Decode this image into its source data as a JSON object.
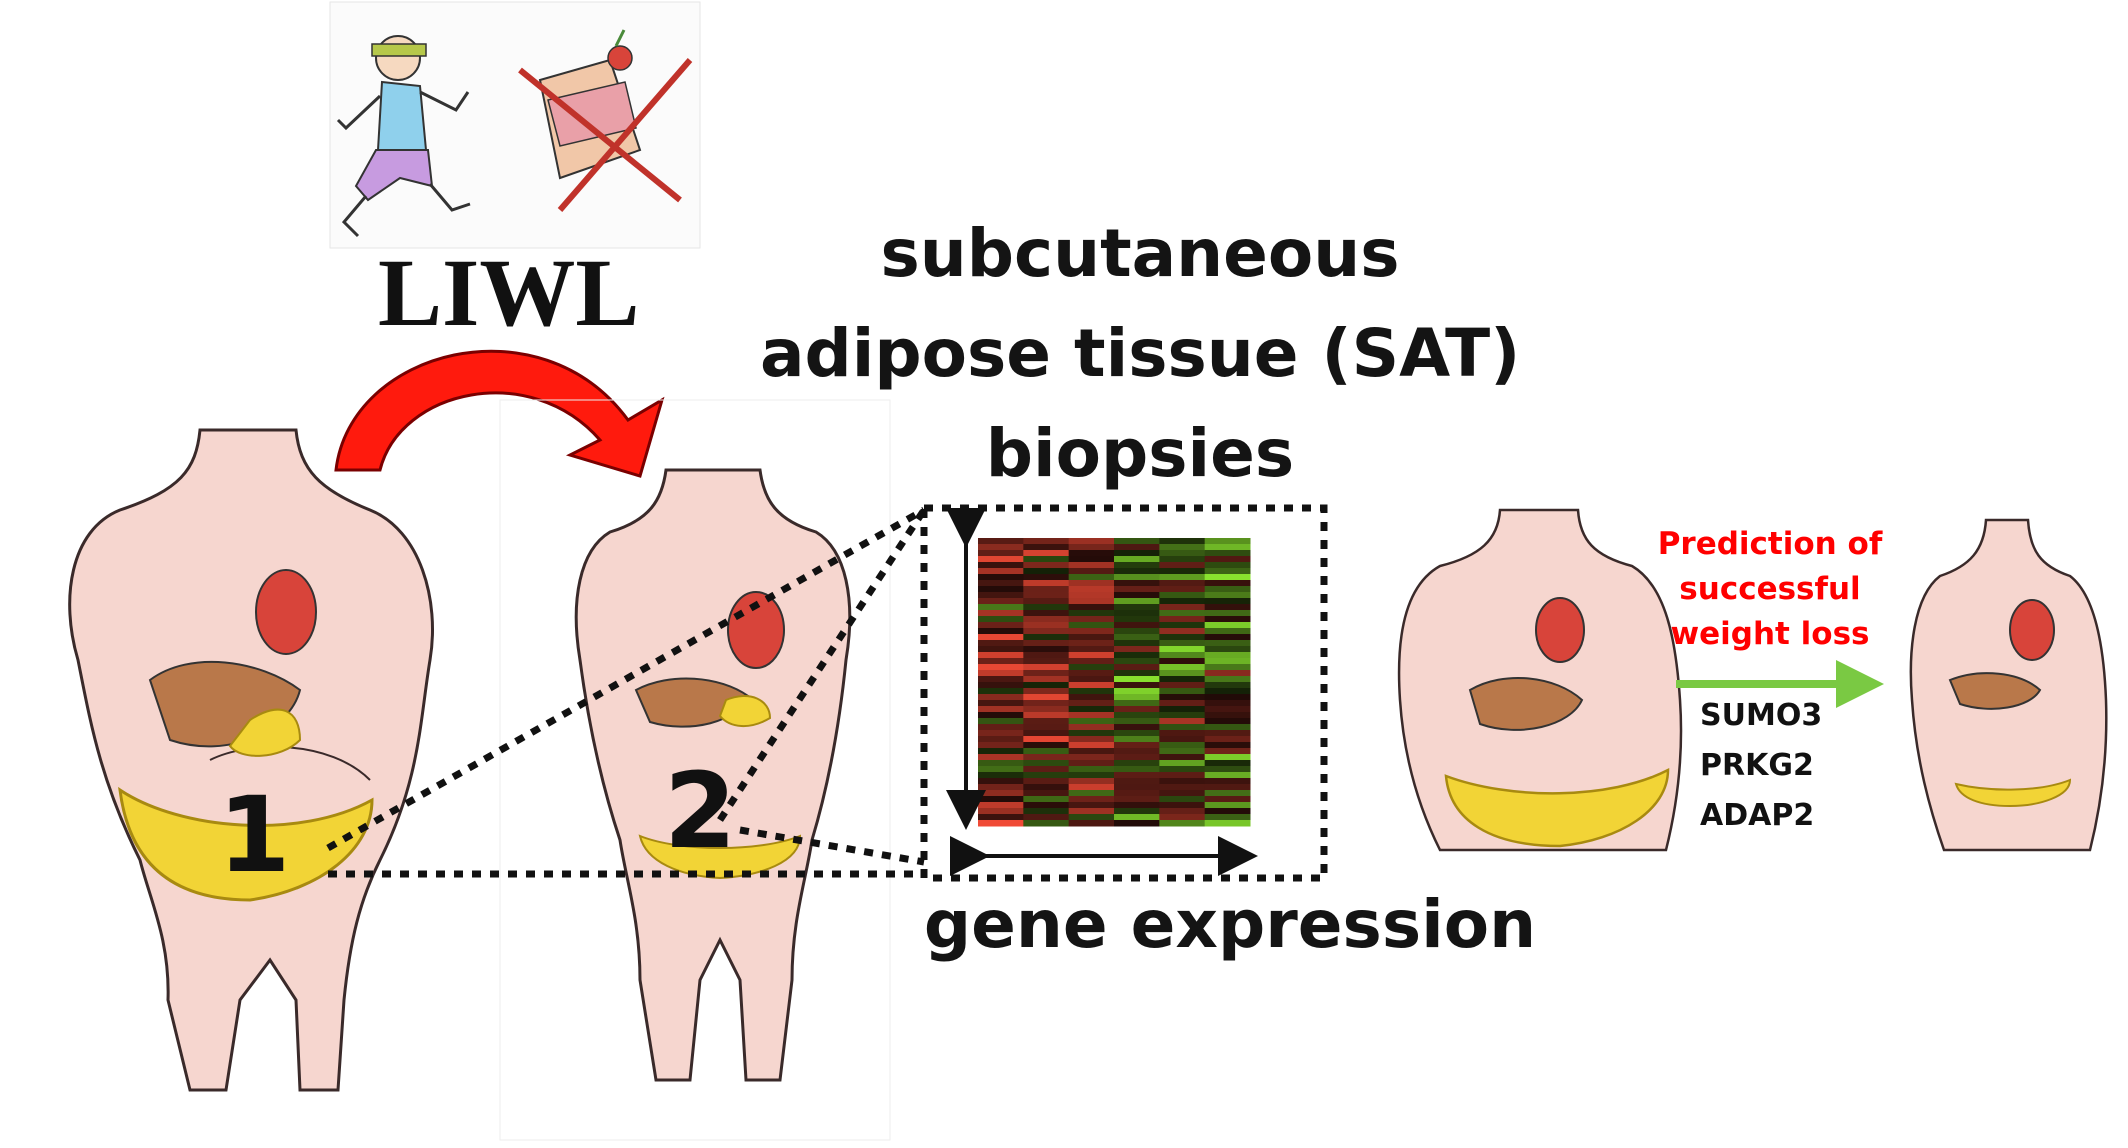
{
  "labels": {
    "intervention": "LIWL",
    "tissue_line1": "subcutaneous",
    "tissue_line2": "adipose tissue (SAT)",
    "tissue_line3": "biopsies",
    "expression": "gene expression",
    "timepoint_before": "1",
    "timepoint_after": "2",
    "prediction": "Prediction of successful weight loss",
    "genes": [
      "SUMO3",
      "PRKG2",
      "ADAP2"
    ]
  },
  "colors": {
    "curved_arrow": "#ff0000",
    "prediction_text": "#ff0000",
    "prediction_arrow": "#7ac943",
    "heatmap_high": "#7fd12b",
    "heatmap_low": "#d2412f",
    "skin": "#f4cfc8",
    "liver": "#b9784a",
    "heart": "#d8443a",
    "adipose": "#f2d436"
  },
  "icons": {
    "exercise": "running-person-icon",
    "diet": "crossed-out-food-icon"
  }
}
